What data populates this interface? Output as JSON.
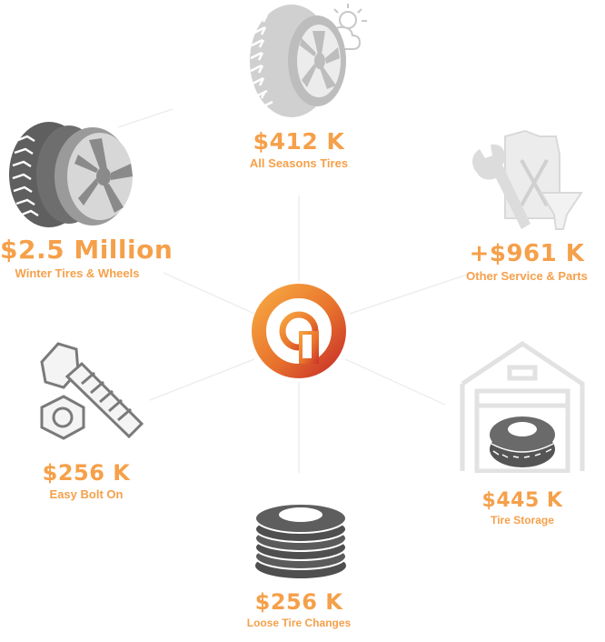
{
  "accent": "#f5a04a",
  "icon_dark": "#6d6d6d",
  "icon_light": "#d9d9d9",
  "spoke_color": "#eeeeee",
  "center": {
    "icon": "q-logo-icon",
    "colors": [
      "#f7a742",
      "#e8732c",
      "#c9322a"
    ]
  },
  "segments": [
    {
      "id": "all-seasons",
      "amount": "$412 K",
      "label": "All Seasons Tires",
      "icon": "all-season-tire-icon"
    },
    {
      "id": "other-service",
      "amount": "+$961 K",
      "label": "Other Service & Parts",
      "icon": "wrench-jerrycan-funnel-icon"
    },
    {
      "id": "tire-storage",
      "amount": "$445 K",
      "label": "Tire Storage",
      "icon": "garage-tire-icon"
    },
    {
      "id": "loose-tire",
      "amount": "$256 K",
      "label": "Loose Tire Changes",
      "icon": "tire-stack-icon"
    },
    {
      "id": "easy-bolt",
      "amount": "$256 K",
      "label": "Easy Bolt On",
      "icon": "bolt-nut-icon"
    },
    {
      "id": "winter-tires",
      "amount": "$2.5 Million",
      "label": "Winter Tires & Wheels",
      "icon": "winter-tire-wheel-icon"
    }
  ]
}
